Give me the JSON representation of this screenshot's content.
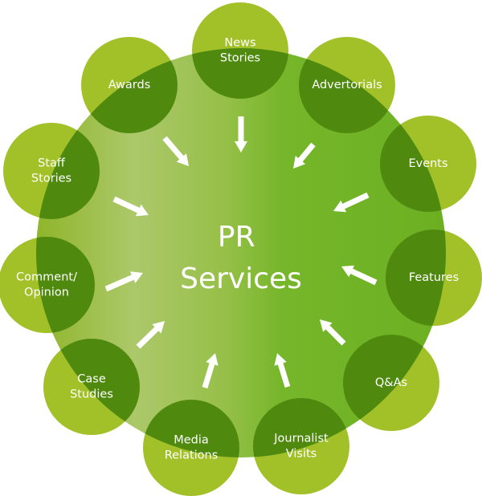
{
  "center": {
    "lines": [
      "PR",
      "Services"
    ]
  },
  "nodes": [
    {
      "id": "news-stories",
      "lines": [
        "News",
        "Stories"
      ]
    },
    {
      "id": "advertorials",
      "lines": [
        "Advertorials"
      ]
    },
    {
      "id": "events",
      "lines": [
        "Events"
      ]
    },
    {
      "id": "features",
      "lines": [
        "Features"
      ]
    },
    {
      "id": "qas",
      "lines": [
        "Q&As"
      ]
    },
    {
      "id": "journalist-visits",
      "lines": [
        "Journalist",
        "Visits"
      ]
    },
    {
      "id": "media-relations",
      "lines": [
        "Media",
        "Relations"
      ]
    },
    {
      "id": "case-studies",
      "lines": [
        "Case",
        "Studies"
      ]
    },
    {
      "id": "comment-opinion",
      "lines": [
        "Comment/",
        "Opinion"
      ]
    },
    {
      "id": "staff-stories",
      "lines": [
        "Staff",
        "Stories"
      ]
    },
    {
      "id": "awards",
      "lines": [
        "Awards"
      ]
    }
  ],
  "colors": {
    "outer_circle": "#a2c128",
    "overlap": "#4f8a0f",
    "center_left": "#a3c46a",
    "center_right": "#6fb420",
    "arrow": "#ffffff",
    "text": "#ffffff"
  }
}
